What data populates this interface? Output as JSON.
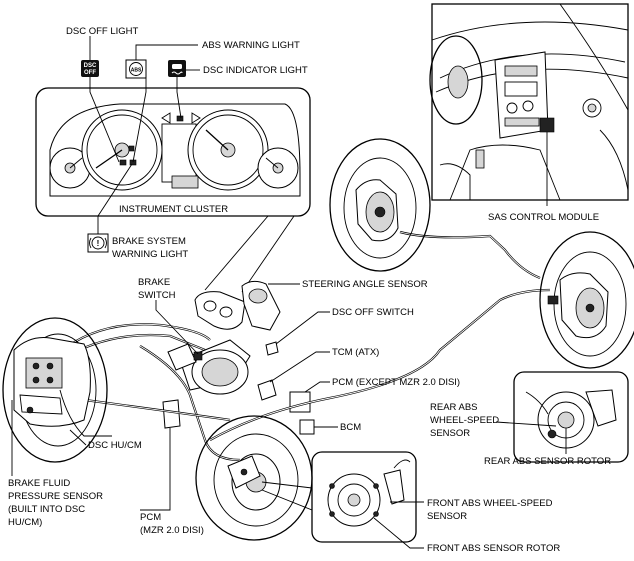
{
  "labels": {
    "dsc_off_light": "DSC OFF LIGHT",
    "abs_warning_light": "ABS WARNING LIGHT",
    "dsc_indicator_light": "DSC INDICATOR LIGHT",
    "instrument_cluster": "INSTRUMENT CLUSTER",
    "brake_system_warning_light_1": "BRAKE SYSTEM",
    "brake_system_warning_light_2": "WARNING LIGHT",
    "sas_control_module": "SAS CONTROL MODULE",
    "steering_angle_sensor": "STEERING ANGLE SENSOR",
    "brake_switch_1": "BRAKE",
    "brake_switch_2": "SWITCH",
    "dsc_off_switch": "DSC OFF SWITCH",
    "tcm": "TCM (ATX)",
    "pcm_except": "PCM (EXCEPT MZR 2.0 DISI)",
    "bcm": "BCM",
    "rear_abs_ws_1": "REAR ABS",
    "rear_abs_ws_2": "WHEEL-SPEED",
    "rear_abs_ws_3": "SENSOR",
    "rear_abs_rotor": "REAR ABS SENSOR ROTOR",
    "dsc_hucm": "DSC HU/CM",
    "brake_fluid_1": "BRAKE FLUID",
    "brake_fluid_2": "PRESSURE SENSOR",
    "brake_fluid_3": "(BUILT INTO DSC",
    "brake_fluid_4": "HU/CM)",
    "pcm_mzr_1": "PCM",
    "pcm_mzr_2": "(MZR 2.0 DISI)",
    "front_abs_ws_1": "FRONT ABS WHEEL-SPEED",
    "front_abs_ws_2": "SENSOR",
    "front_abs_rotor": "FRONT ABS SENSOR ROTOR"
  },
  "icons": {
    "dsc_off_icon_line1": "DSC",
    "dsc_off_icon_line2": "OFF",
    "abs_icon_text": "ABS",
    "brake_icon_text": "!"
  }
}
